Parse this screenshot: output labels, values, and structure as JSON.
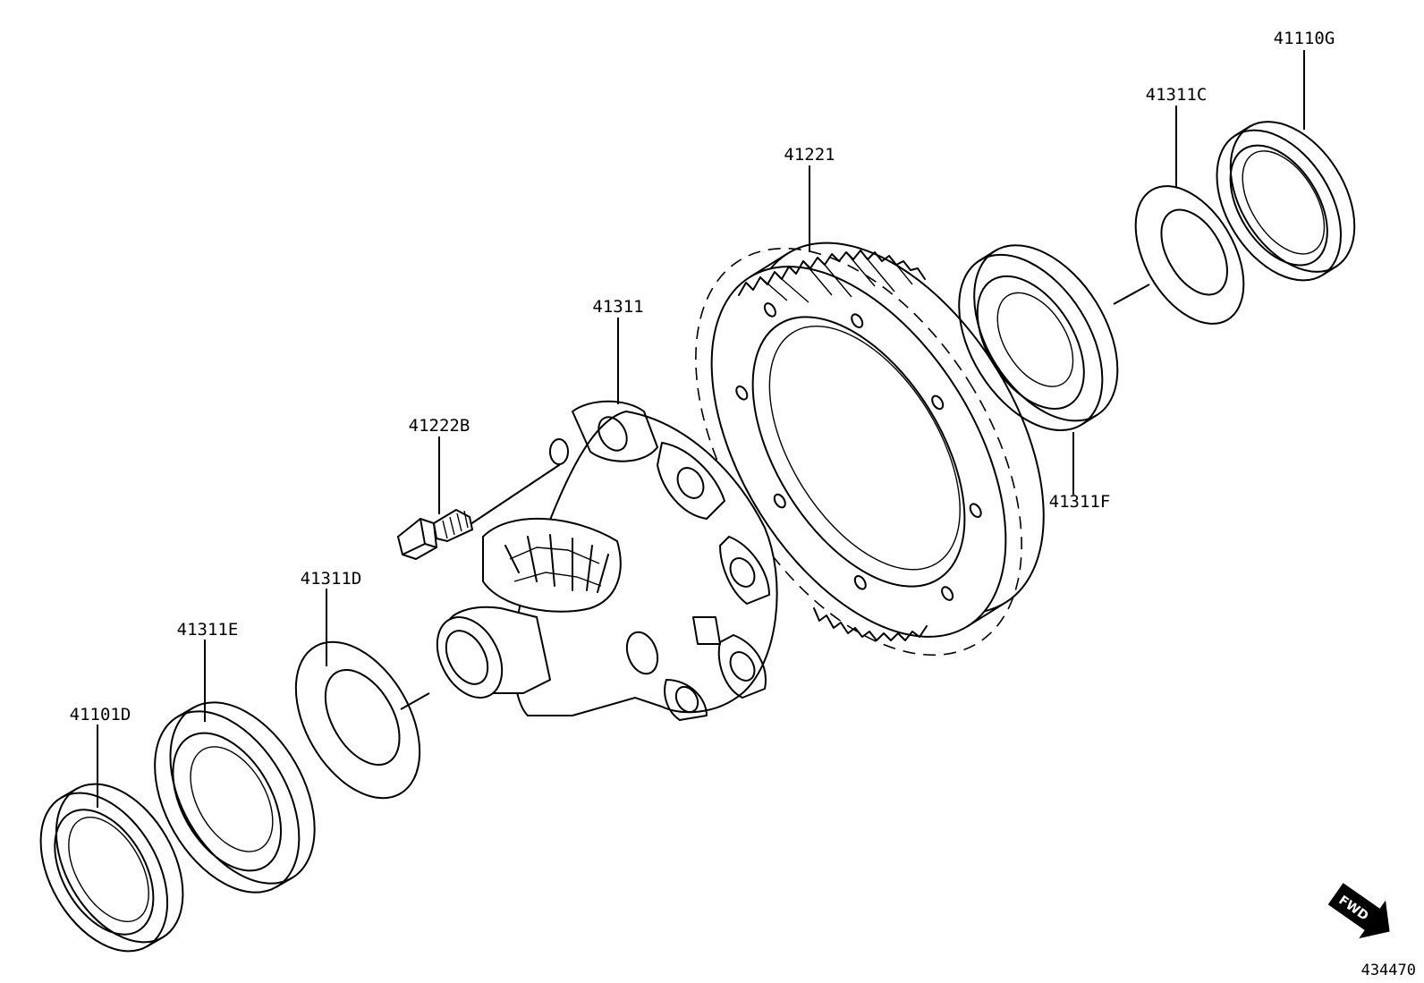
{
  "diagram": {
    "reference_number": "434470",
    "direction_indicator": "FWD",
    "parts": [
      {
        "id": "p_41110G",
        "label": "41110G"
      },
      {
        "id": "p_41311C",
        "label": "41311C"
      },
      {
        "id": "p_41221",
        "label": "41221"
      },
      {
        "id": "p_41311",
        "label": "41311"
      },
      {
        "id": "p_41222B",
        "label": "41222B"
      },
      {
        "id": "p_41311F",
        "label": "41311F"
      },
      {
        "id": "p_41311D",
        "label": "41311D"
      },
      {
        "id": "p_41311E",
        "label": "41311E"
      },
      {
        "id": "p_41101D",
        "label": "41101D"
      }
    ]
  }
}
